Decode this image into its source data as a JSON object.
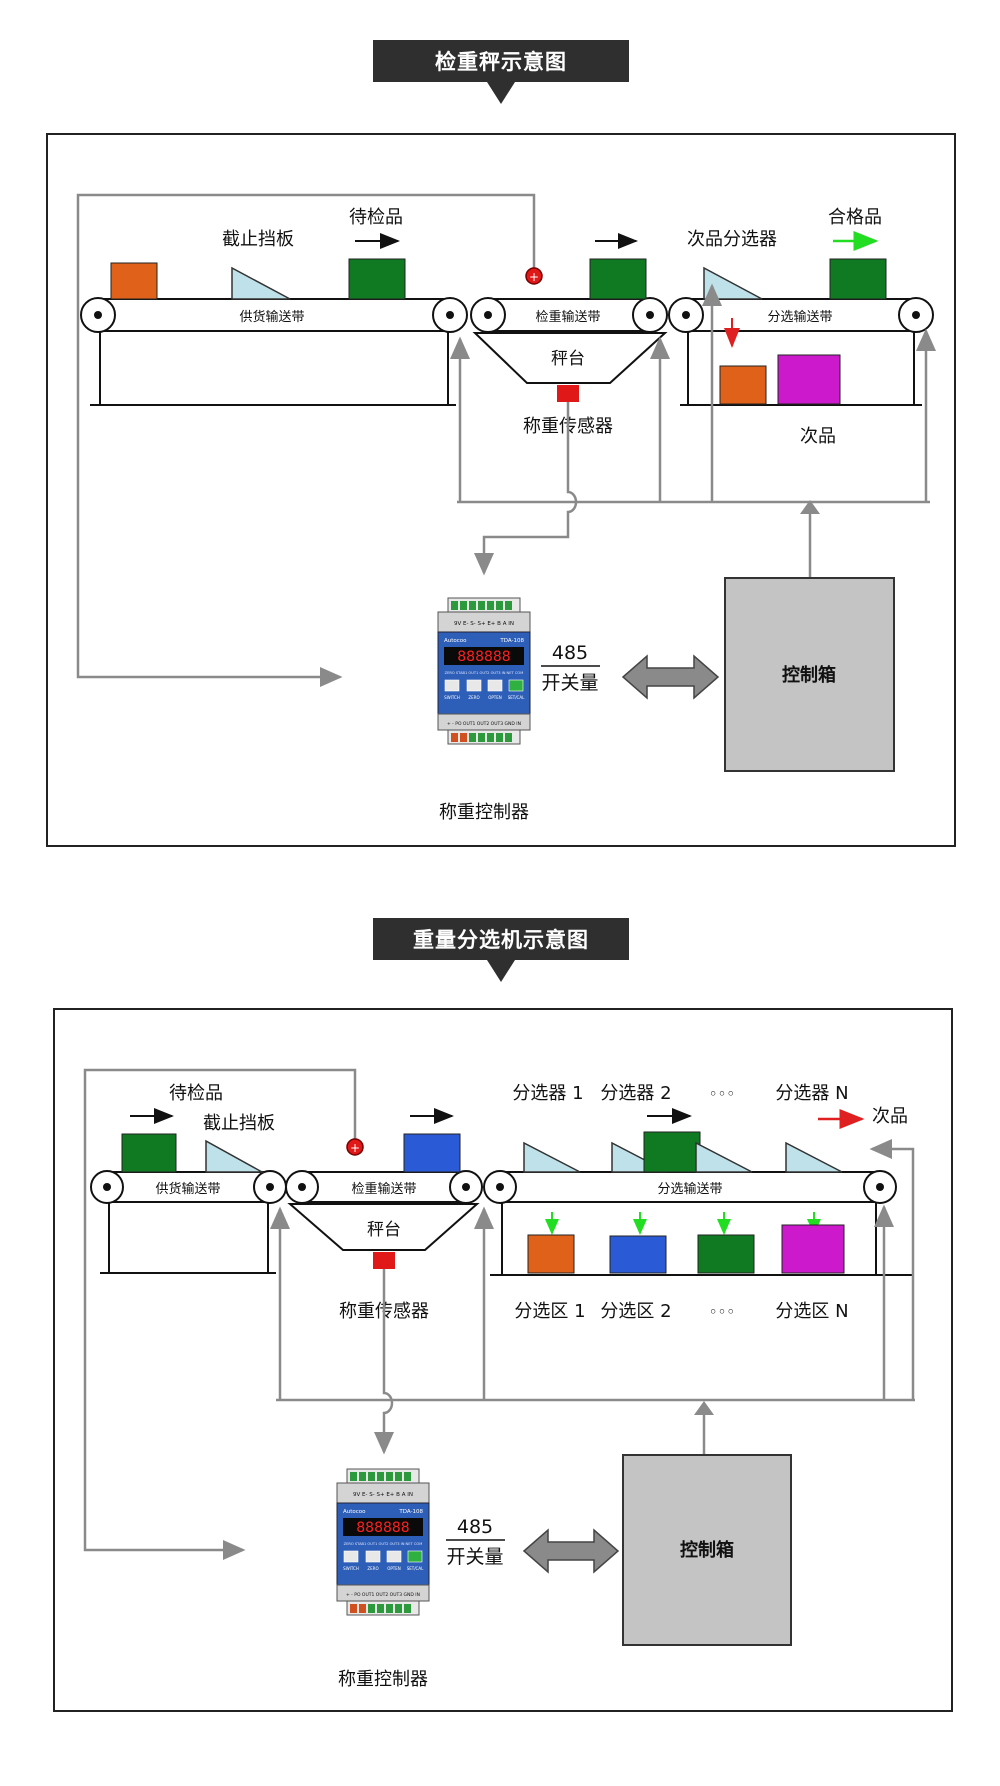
{
  "diagram1": {
    "title": "检重秤示意图",
    "labels": {
      "stopper": "截止挡板",
      "pending": "待检品",
      "reject_sorter": "次品分选器",
      "qualified": "合格品",
      "feed_belt": "供货输送带",
      "check_belt": "检重输送带",
      "sort_belt": "分选输送带",
      "platform": "秤台",
      "sensor": "称重传感器",
      "reject": "次品",
      "comm_485": "485",
      "comm_switch": "开关量",
      "control_box": "控制箱",
      "controller": "称重控制器"
    }
  },
  "diagram2": {
    "title": "重量分选机示意图",
    "labels": {
      "pending": "待检品",
      "stopper": "截止挡板",
      "sorter_1": "分选器 1",
      "sorter_2": "分选器 2",
      "sorter_dots": "◦◦◦",
      "sorter_n": "分选器 N",
      "reject": "次品",
      "feed_belt": "供货输送带",
      "check_belt": "检重输送带",
      "sort_belt": "分选输送带",
      "platform": "秤台",
      "sensor": "称重传感器",
      "zone_1": "分选区 1",
      "zone_2": "分选区 2",
      "zone_dots": "◦◦◦",
      "zone_n": "分选区 N",
      "comm_485": "485",
      "comm_switch": "开关量",
      "control_box": "控制箱",
      "controller": "称重控制器"
    }
  },
  "device": {
    "brand": "Autocoo",
    "model": "TDA-108",
    "display": "888888",
    "terminals_top": "9V  E-  S-  S+  E+  B  A  IN",
    "leds": "ZERO STAB1 OUT1 OUT2 OUT3 IN NET COM",
    "keys": [
      "SWITCH",
      "ZERO",
      "OPTEN",
      "SET/CAL"
    ],
    "terminals_bottom": "+  -  PO OUT1 OUT2 OUT3 GND IN"
  },
  "colors": {
    "orange": "#e0621a",
    "green": "#0f7a22",
    "magenta": "#cc19cc",
    "blue": "#2a5ad6",
    "box_gray": "#c4c4c4",
    "line_gray": "#8a8a8a",
    "sensor_red": "#e01818",
    "arrow_green": "#22dd22",
    "arrow_red": "#e02020"
  }
}
